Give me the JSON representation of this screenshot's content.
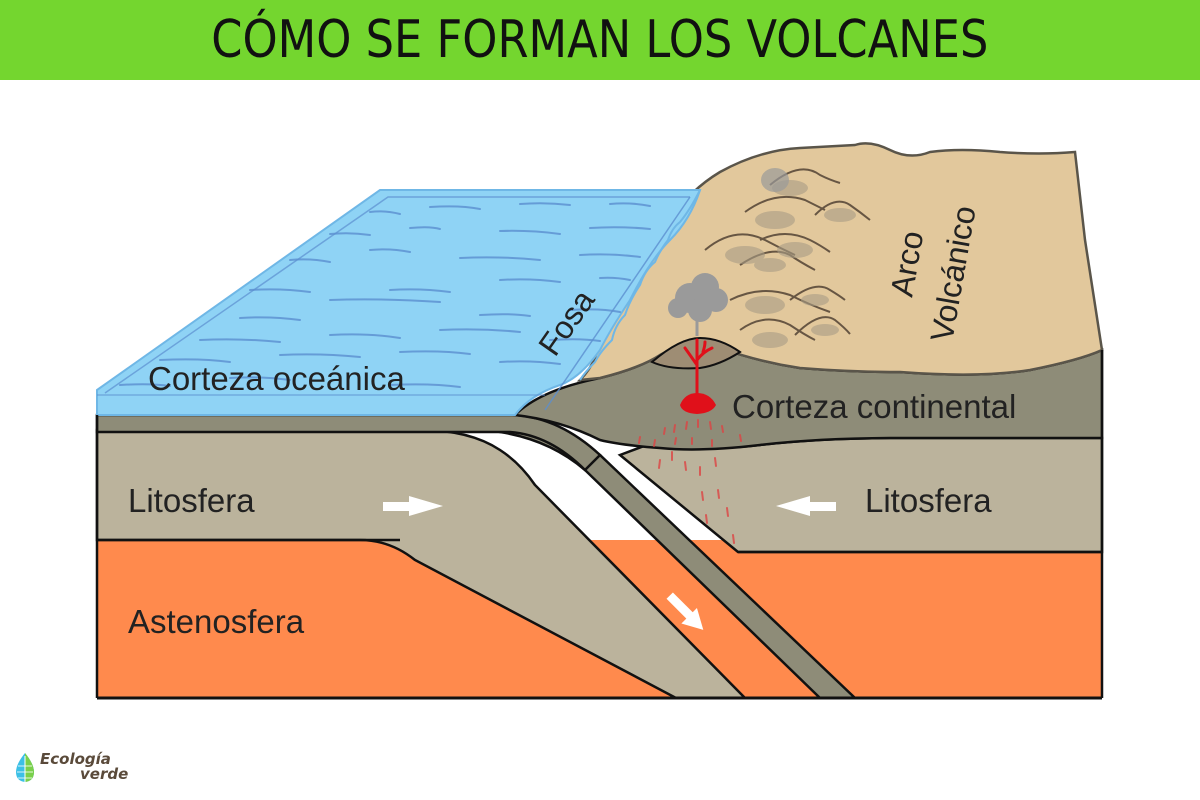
{
  "header": {
    "title": "CÓMO SE FORMAN LOS VOLCANES",
    "background_color": "#74d62f"
  },
  "diagram": {
    "labels": {
      "oceanic_crust": "Corteza oceánica",
      "trench": "Fosa",
      "volcanic_arc_line1": "Arco",
      "volcanic_arc_line2": "Volcánico",
      "continental_crust": "Corteza continental",
      "lithosphere_left": "Litosfera",
      "lithosphere_right": "Litosfera",
      "asthenosphere": "Astenosfera"
    },
    "arrows": [
      {
        "name": "lithosphere-left-arrow",
        "direction": "right"
      },
      {
        "name": "lithosphere-right-arrow",
        "direction": "left"
      },
      {
        "name": "subduction-arrow",
        "direction": "down-right"
      }
    ],
    "colors": {
      "ocean": "#8fd3f5",
      "ocean_lines": "#5b8fd0",
      "land": "#e2c89c",
      "continental_crust": "#8e8c78",
      "lithosphere": "#bbb39c",
      "asthenosphere": "#ff8a4d",
      "magma": "#e0101a",
      "ash_cloud": "#9a9a9a"
    }
  },
  "logo": {
    "line1": "Ecología",
    "line2": "verde"
  }
}
